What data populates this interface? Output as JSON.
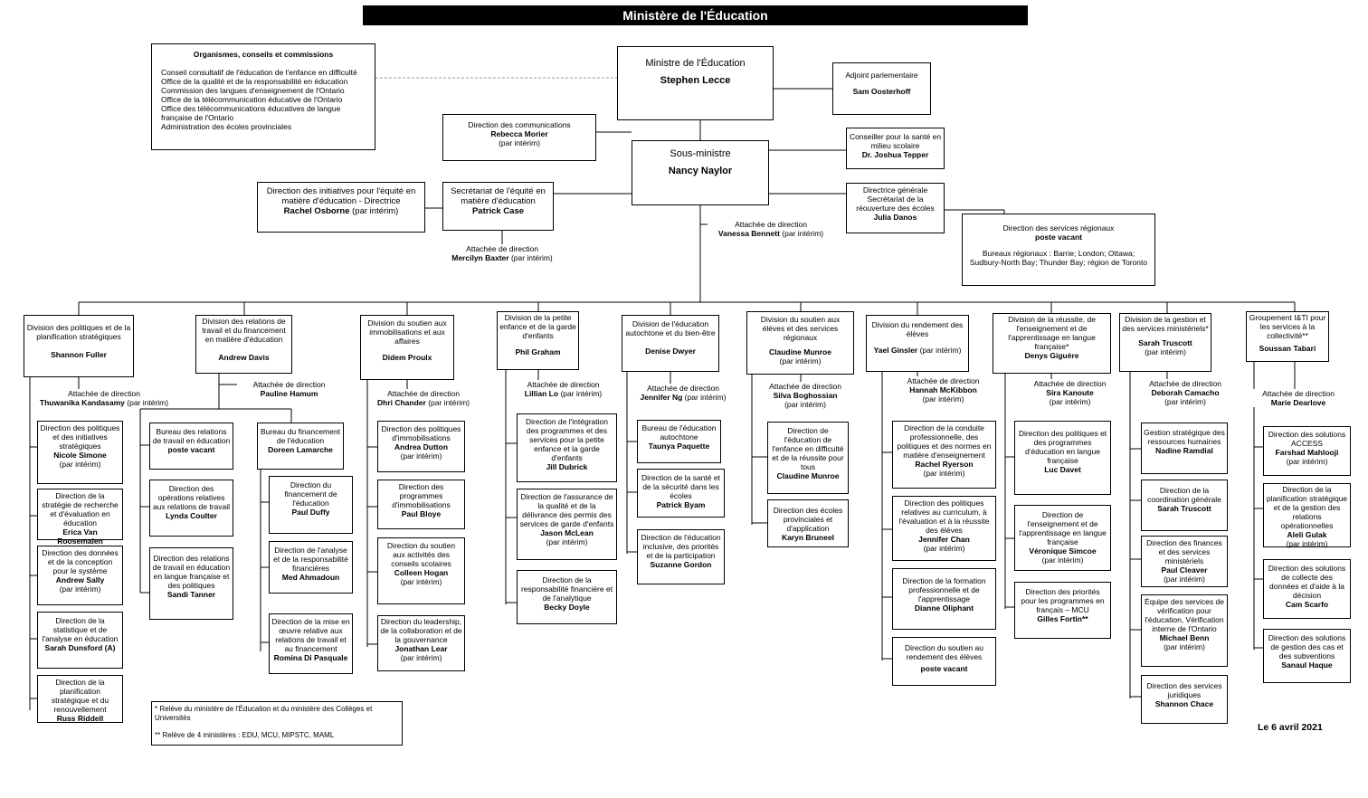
{
  "title": "Ministère de l'Éducation",
  "date": "Le 6 avril 2021",
  "agencies": {
    "heading": "Organismes, conseils et commissions",
    "items": [
      "Conseil consultatif de l'éducation de l'enfance en difficulté",
      "Office de la qualité et de la responsabilité en éducation",
      "Commission des langues d'enseignement de l'Ontario",
      "Office de la télécommunication éducative de l'Ontario",
      "Office des télécommunications éducatives de langue française de l'Ontario",
      "Administration des écoles provinciales"
    ]
  },
  "minister": {
    "title": "Ministre de l'Éducation",
    "name": "Stephen Lecce"
  },
  "parl_assistant": {
    "title": "Adjoint parlementaire",
    "name": "Sam Oosterhoff"
  },
  "comms": {
    "title": "Direction des communications",
    "name": "Rebecca Morier",
    "interim": "(par intérim)"
  },
  "deputy": {
    "title": "Sous-ministre",
    "name": "Nancy Naylor"
  },
  "health_advisor": {
    "title": "Conseiller pour la santé en milieu scolaire",
    "name": "Dr. Joshua Tepper"
  },
  "equity_init": {
    "title": "Direction des initiatives pour l'équité en matière d'éducation - Directrice",
    "name": "Rachel Osborne",
    "interim": "(par intérim)"
  },
  "equity_sec": {
    "title": "Secrétariat de l'équité en matière d'éducation",
    "name": "Patrick Case"
  },
  "equity_assistant": {
    "title": "Attachée de direction",
    "name": "Mercilyn Baxter",
    "interim": "(par intérim)"
  },
  "reopening": {
    "title": "Directrice générale Secrétariat de la réouverture des écoles",
    "name": "Julia Danos"
  },
  "deputy_assistant": {
    "title": "Attachée de direction",
    "name": "Vanessa Bennett",
    "interim": "(par intérim)"
  },
  "regional": {
    "title": "Direction des services régionaux",
    "name": "poste vacant",
    "offices": "Bureaux régionaux : Barrie; London; Ottawa; Sudbury-North Bay; Thunder Bay; région de Toronto"
  },
  "divisions": [
    {
      "title": "Division des politiques et de la planification stratégiques",
      "name": "Shannon Fuller",
      "assistant": {
        "title": "Attachée de direction",
        "name": "Thuwanika Kandasamy",
        "interim": "(par intérim)"
      },
      "branches": [
        {
          "title": "Direction des politiques et des initiatives stratégiques",
          "name": "Nicole Simone",
          "interim": "(par intérim)"
        },
        {
          "title": "Direction de la stratégie de recherche et d'évaluation en éducation",
          "name": "Erica Van Roosemalen"
        },
        {
          "title": "Direction des données et de la conception pour le système",
          "name": "Andrew Sally",
          "interim": "(par intérim)"
        },
        {
          "title": "Direction de la statistique et de l'analyse en éducation",
          "name": "Sarah Dunsford (A)"
        },
        {
          "title": "Direction de la planification stratégique et du renouvellement",
          "name": "Russ Riddell"
        }
      ]
    },
    {
      "title": "Division des relations de travail et du financement en matière d'éducation",
      "name": "Andrew Davis",
      "assistant": {
        "title": "Attachée de direction",
        "name": "Pauline Hamum"
      },
      "branchesA": [
        {
          "title": "Bureau des relations de travail en éducation",
          "name": "poste vacant"
        },
        {
          "title": "Direction des opérations relatives aux relations de travail",
          "name": "Lynda Coulter"
        },
        {
          "title": "Direction des relations de travail en éducation en langue française et des politiques",
          "name": "Sandi Tanner"
        }
      ],
      "branchesB": [
        {
          "title": "Bureau du financement de l'éducation",
          "name": "Doreen Lamarche"
        },
        {
          "title": "Direction du financement de l'éducation",
          "name": "Paul Duffy"
        },
        {
          "title": "Direction de l'analyse et de la responsabilité financières",
          "name": "Med Ahmadoun"
        },
        {
          "title": "Direction de la mise en œuvre relative aux relations de travail et au financement",
          "name": "Romina Di Pasquale"
        }
      ]
    },
    {
      "title": "Division du soutien aux immobilisations et aux affaires",
      "name": "Didem Proulx",
      "assistant": {
        "title": "Attachée de direction",
        "name": "Dhri Chander",
        "interim": "(par intérim)"
      },
      "branches": [
        {
          "title": "Direction des politiques d'immobilisations",
          "name": "Andrea Dutton",
          "interim": "(par intérim)"
        },
        {
          "title": "Direction des programmes d'immobilisations",
          "name": "Paul Bloye"
        },
        {
          "title": "Direction du soutien aux activités des conseils scolaires",
          "name": "Colleen Hogan",
          "interim": "(par intérim)"
        },
        {
          "title": "Direction du leadership, de la collaboration et de la gouvernance",
          "name": "Jonathan Lear",
          "interim": "(par intérim)"
        }
      ]
    },
    {
      "title": "Division de la petite enfance et de la garde d'enfants",
      "name": "Phil Graham",
      "assistant": {
        "title": "Attachée de direction",
        "name": "Lillian Lo",
        "interim": "(par intérim)"
      },
      "branches": [
        {
          "title": "Direction de l'intégration des programmes et des services pour la petite enfance et la garde d'enfants",
          "name": "Jill Dubrick"
        },
        {
          "title": "Direction de l'assurance de la qualité et de la délivrance des permis des services de garde d'enfants",
          "name": "Jason McLean",
          "interim": "(par intérim)"
        },
        {
          "title": "Direction de la responsabilité financière et de l'analytique",
          "name": "Becky Doyle"
        }
      ]
    },
    {
      "title": "Division de l'éducation autochtone et du bien-être",
      "name": "Denise Dwyer",
      "assistant": {
        "title": "Attachée de direction",
        "name": "Jennifer Ng",
        "interim": "(par intérim)"
      },
      "branches": [
        {
          "title": "Bureau de l'éducation autochtone",
          "name": "Taunya Paquette"
        },
        {
          "title": "Direction de la santé et de la sécurité dans les écoles",
          "name": "Patrick Byam"
        },
        {
          "title": "Direction de l'éducation inclusive, des priorités et de la participation",
          "name": "Suzanne Gordon"
        }
      ]
    },
    {
      "title": "Division du soutien aux élèves et des services régionaux",
      "name": "Claudine Munroe",
      "interim": "(par intérim)",
      "assistant": {
        "title": "Attachée de direction",
        "name": "Silva Boghossian",
        "interim": "(par intérim)"
      },
      "branches": [
        {
          "title": "Direction de l'éducation de l'enfance en difficulté et de la réussite pour tous",
          "name": "Claudine Munroe"
        },
        {
          "title": "Direction des écoles provinciales et d'application",
          "name": "Karyn Bruneel"
        }
      ]
    },
    {
      "title": "Division du rendement des élèves",
      "name": "Yael Ginsler",
      "nameSuffix": " (par intérim)",
      "assistant": {
        "title": "Attachée de direction",
        "name": "Hannah McKibbon",
        "interim": "(par intérim)"
      },
      "branches": [
        {
          "title": "Direction de la conduite professionnelle, des politiques et des normes en matière d'enseignement",
          "name": "Rachel Ryerson",
          "interim": "(par intérim)"
        },
        {
          "title": "Direction des politiques relatives au curriculum, à l'évaluation et à la réussite des élèves",
          "name": "Jennifer Chan",
          "interim": "(par intérim)"
        },
        {
          "title": "Direction de la formation professionnelle et de l'apprentissage",
          "name": "Dianne Oliphant"
        },
        {
          "title": "Direction du soutien au rendement des élèves",
          "name": "poste vacant"
        }
      ]
    },
    {
      "title": "Division de la réussite, de l'enseignement et de l'apprentissage en langue française*",
      "name": "Denys Giguère",
      "assistant": {
        "title": "Attachée de direction",
        "name": "Sira Kanoute",
        "interim": "(par intérim)"
      },
      "branches": [
        {
          "title": "Direction des politiques et des programmes d'éducation en langue française",
          "name": "Luc Davet"
        },
        {
          "title": "Direction de l'enseignement et de l'apprentissage en langue française",
          "name": "Véronique Simcoe",
          "interim": "(par intérim)"
        },
        {
          "title": "Direction des priorités pour les programmes en français – MCU",
          "name": "Gilles Fortin**"
        }
      ]
    },
    {
      "title": "Division de la gestion et des services ministériels*",
      "name": "Sarah Truscott",
      "interim": "(par intérim)",
      "assistant": {
        "title": "Attachée de direction",
        "name": "Deborah Camacho",
        "interim": "(par intérim)"
      },
      "branches": [
        {
          "title": "Gestion stratégique des ressources humaines",
          "name": "Nadine Ramdial"
        },
        {
          "title": "Direction de la coordination générale",
          "name": "Sarah Truscott"
        },
        {
          "title": "Direction des finances et des services ministériels",
          "name": "Paul Cleaver",
          "interim": "(par intérim)"
        },
        {
          "title": "Équipe des services de vérification pour l'éducation, Vérification interne de l'Ontario",
          "name": "Michael Benn",
          "interim": "(par intérim)"
        },
        {
          "title": "Direction des services juridiques",
          "name": "Shannon Chace"
        }
      ]
    },
    {
      "title": "Groupement I&TI pour les services à la collectivité**",
      "name": "Soussan Tabari",
      "assistant": {
        "title": "Attachée de direction",
        "name": "Marie Dearlove"
      },
      "branches": [
        {
          "title": "Direction des solutions ACCESS",
          "name": "Farshad Mahlooji",
          "interim": "(par intérim)"
        },
        {
          "title": "Direction de la planification stratégique et de la gestion des relations opérationnelles",
          "name": "Aleli Gulak",
          "interim": "(par intérim)"
        },
        {
          "title": "Direction des solutions de collecte des données et d'aide à la décision",
          "name": "Cam Scarfo"
        },
        {
          "title": "Direction des solutions de gestion des cas et des subventions",
          "name": "Sanaul Haque"
        }
      ]
    }
  ],
  "notes": {
    "n1": "* Relève du ministère de l'Éducation et du ministère des Collèges et Universités",
    "n2": "** Relève de 4 ministères : EDU, MCU, MIPSTC, MAML"
  },
  "colors": {
    "title_bg": "#000000",
    "title_fg": "#ffffff",
    "line": "#000000"
  }
}
